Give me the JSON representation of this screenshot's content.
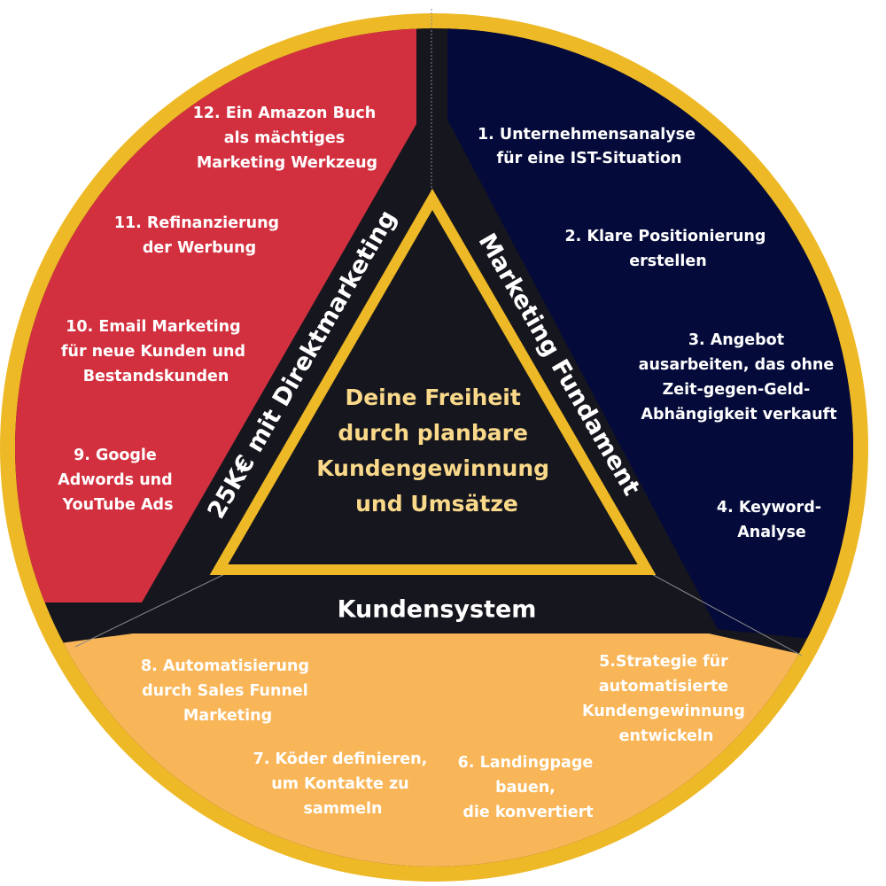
{
  "colors": {
    "ring": "#EEB927",
    "red_sector": "#D3303F",
    "navy_sector": "#040A3A",
    "orange_sector": "#F9B658",
    "dark_band": "#16161E",
    "center_text": "#FAD98A",
    "item_text": "#FFFFFF"
  },
  "center": {
    "lines": [
      "Deine Freiheit",
      "durch planbare",
      "Kundengewinnung",
      "und Umsätze"
    ]
  },
  "bands": {
    "left": "25K€ mit Direktmarketing",
    "right": "Marketing Fundament",
    "bottom": "Kundensystem"
  },
  "items": {
    "item1": [
      "1. Unternehmensanalyse",
      "für eine IST-Situation"
    ],
    "item2": [
      "2. Klare Positionierung",
      "erstellen"
    ],
    "item3": [
      "3. Angebot",
      "ausarbeiten, das ohne",
      "Zeit-gegen-Geld-",
      "Abhängigkeit verkauft"
    ],
    "item4": [
      "4. Keyword-",
      "Analyse"
    ],
    "item5": [
      "5.Strategie für",
      "automatisierte",
      "Kundengewinnung",
      "entwickeln"
    ],
    "item6": [
      "6. Landingpage",
      "bauen,",
      "die konvertiert"
    ],
    "item7": [
      "7. Köder definieren,",
      "um Kontakte zu",
      "sammeln"
    ],
    "item8": [
      "8. Automatisierung",
      "durch Sales Funnel",
      "Marketing"
    ],
    "item9": [
      "9. Google",
      "Adwords und",
      "YouTube Ads"
    ],
    "item10": [
      "10. Email Marketing",
      "für neue Kunden und",
      "Bestandskunden"
    ],
    "item11": [
      "11. Refinanzierung",
      "der Werbung"
    ],
    "item12": [
      "12. Ein Amazon Buch",
      "als mächtiges",
      "Marketing Werkzeug"
    ]
  }
}
